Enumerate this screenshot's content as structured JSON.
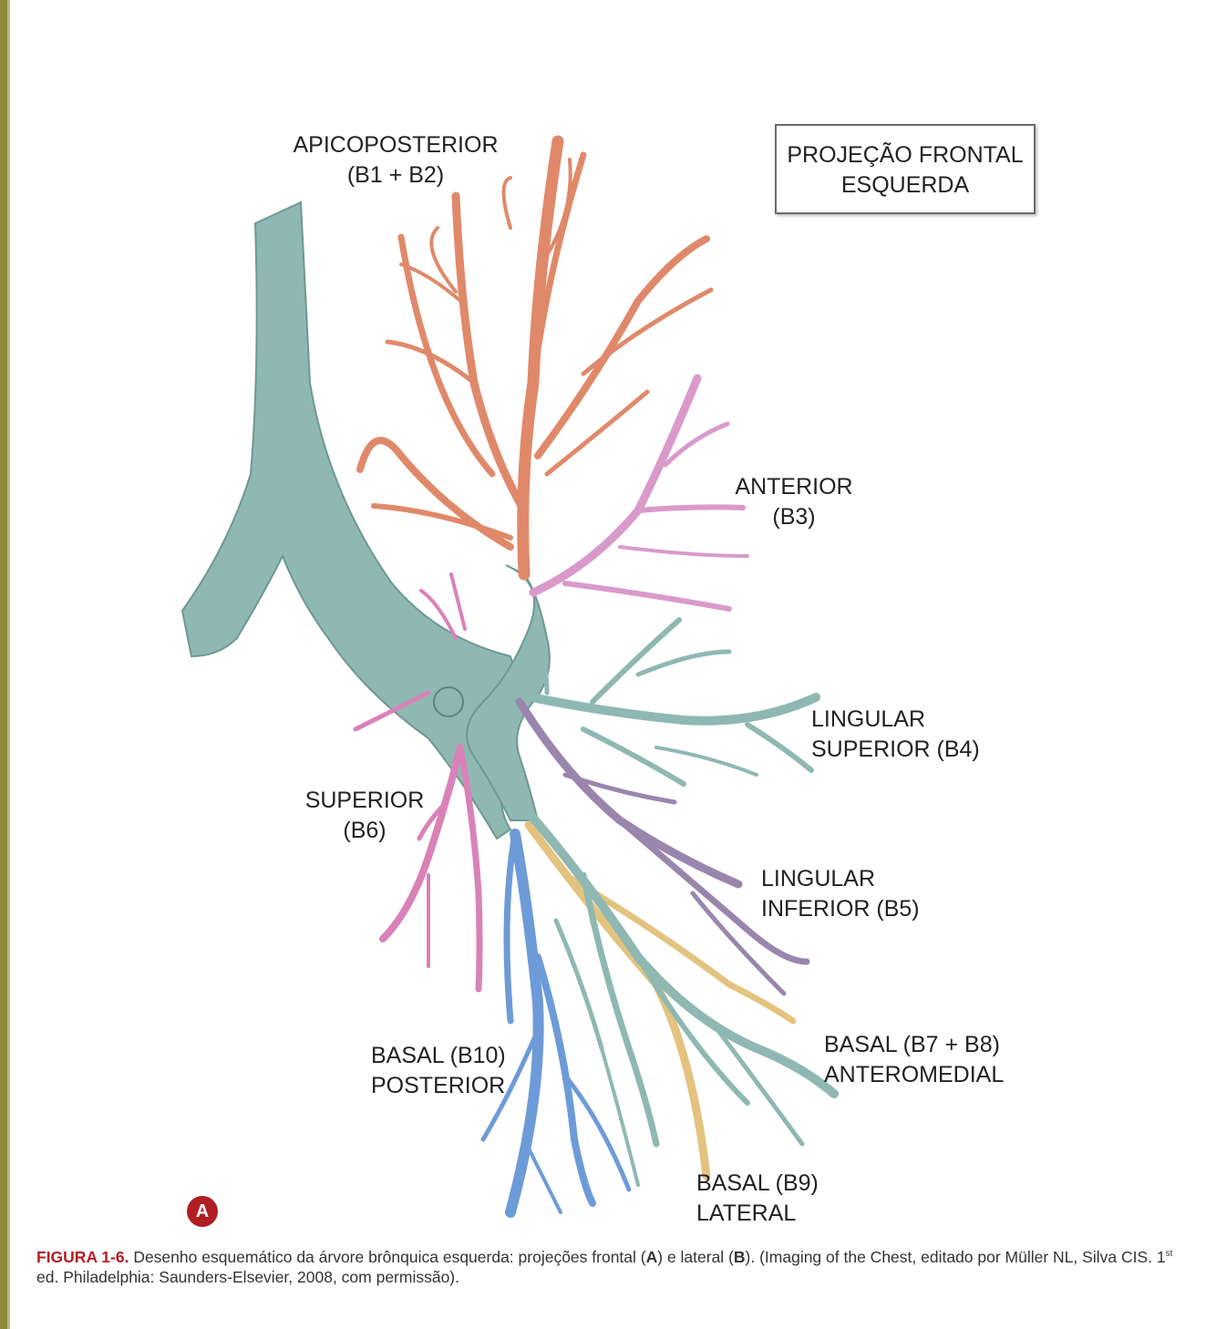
{
  "title_box": {
    "line1": "PROJEÇÃO FRONTAL",
    "line2": "ESQUERDA"
  },
  "labels": {
    "apicoposterior": {
      "line1": "APICOPOSTERIOR",
      "line2": "(B1 + B2)"
    },
    "anterior": {
      "line1": "ANTERIOR",
      "line2": "(B3)"
    },
    "lingular_superior": {
      "line1": "LINGULAR",
      "line2": "SUPERIOR (B4)"
    },
    "superior": {
      "line1": "SUPERIOR",
      "line2": "(B6)"
    },
    "lingular_inferior": {
      "line1": "LINGULAR",
      "line2": "INFERIOR (B5)"
    },
    "basal_posterior": {
      "line1": "BASAL (B10)",
      "line2": "POSTERIOR"
    },
    "basal_anteromedial": {
      "line1": "BASAL (B7 + B8)",
      "line2": "ANTEROMEDIAL"
    },
    "basal_lateral": {
      "line1": "BASAL (B9)",
      "line2": "LATERAL"
    }
  },
  "panel_badge": "A",
  "caption": {
    "figure_label": "FIGURA 1-6.",
    "text_1": " Desenho esquemático da árvore brônquica esquerda: projeções frontal (",
    "bold_a": "A",
    "text_2": ") e lateral (",
    "bold_b": "B",
    "text_3": "). (Imaging of the Chest, editado por Müller NL, Silva CIS. 1",
    "superscript": "st",
    "text_4": " ed. Philadelphia: Saunders-Elsevier, 2008, com permissão)."
  },
  "colors": {
    "trachea": "#8fb8b2",
    "apicoposterior": "#e0896a",
    "anterior": "#d99acb",
    "lingular_superior": "#8fb8b2",
    "lingular_inferior": "#9a86ad",
    "superior": "#d982b8",
    "basal_posterior": "#6d9bd8",
    "basal_anteromedial": "#e3c37f",
    "basal_lateral": "#8fb8b2",
    "badge": "#b01e23"
  }
}
